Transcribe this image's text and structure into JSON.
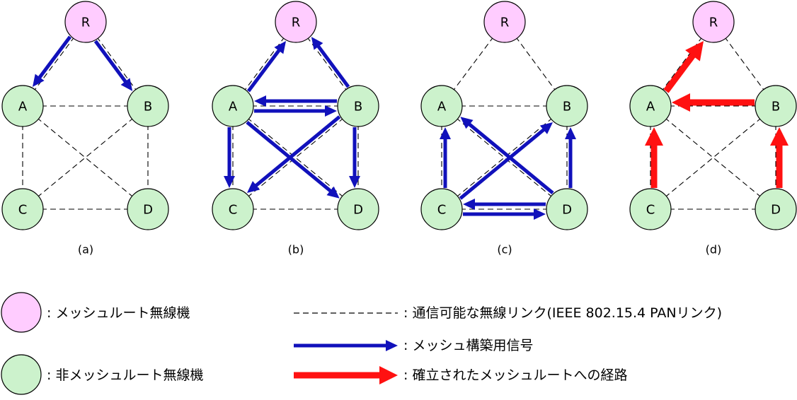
{
  "colors": {
    "root_fill": "#ffccff",
    "node_fill": "#ccf2cc",
    "node_stroke": "#000000",
    "link": "#000000",
    "blue_arrow": "#1111bb",
    "red_arrow": "#ff1111"
  },
  "node_labels": {
    "R": "R",
    "A": "A",
    "B": "B",
    "C": "C",
    "D": "D"
  },
  "links": [
    [
      "R",
      "A"
    ],
    [
      "R",
      "B"
    ],
    [
      "A",
      "B"
    ],
    [
      "A",
      "C"
    ],
    [
      "A",
      "D"
    ],
    [
      "B",
      "C"
    ],
    [
      "B",
      "D"
    ],
    [
      "C",
      "D"
    ]
  ],
  "panels": [
    {
      "caption": "(a)",
      "arrows": [
        {
          "from": "R",
          "to": "A",
          "color": "blue"
        },
        {
          "from": "R",
          "to": "B",
          "color": "blue"
        }
      ]
    },
    {
      "caption": "(b)",
      "arrows": [
        {
          "from": "A",
          "to": "R",
          "color": "blue"
        },
        {
          "from": "B",
          "to": "R",
          "color": "blue"
        },
        {
          "from": "B",
          "to": "A",
          "color": "blue"
        },
        {
          "from": "A",
          "to": "B",
          "color": "blue"
        },
        {
          "from": "A",
          "to": "C",
          "color": "blue"
        },
        {
          "from": "A",
          "to": "D",
          "color": "blue"
        },
        {
          "from": "B",
          "to": "C",
          "color": "blue"
        },
        {
          "from": "B",
          "to": "D",
          "color": "blue"
        }
      ]
    },
    {
      "caption": "(c)",
      "arrows": [
        {
          "from": "C",
          "to": "A",
          "color": "blue"
        },
        {
          "from": "C",
          "to": "B",
          "color": "blue"
        },
        {
          "from": "D",
          "to": "A",
          "color": "blue"
        },
        {
          "from": "D",
          "to": "B",
          "color": "blue"
        },
        {
          "from": "D",
          "to": "C",
          "color": "blue"
        },
        {
          "from": "C",
          "to": "D",
          "color": "blue"
        }
      ]
    },
    {
      "caption": "(d)",
      "arrows": [
        {
          "from": "A",
          "to": "R",
          "color": "red"
        },
        {
          "from": "B",
          "to": "A",
          "color": "red"
        },
        {
          "from": "C",
          "to": "A",
          "color": "red"
        },
        {
          "from": "D",
          "to": "B",
          "color": "red"
        }
      ]
    }
  ],
  "legend": {
    "root_node": ": メッシュルート無線機",
    "other_node": ": 非メッシュルート無線機",
    "link": ": 通信可能な無線リンク(IEEE 802.15.4 PANリンク)",
    "blue_arrow": ": メッシュ構築用信号",
    "red_arrow": ": 確立されたメッシュルートへの経路"
  }
}
